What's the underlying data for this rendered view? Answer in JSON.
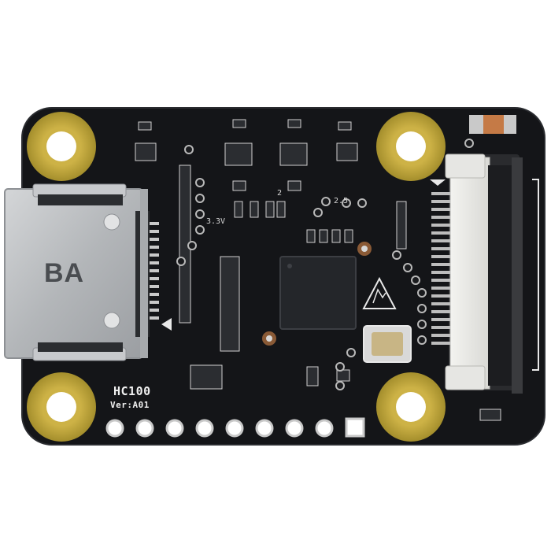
{
  "board": {
    "model_label": "HC100",
    "version_label": "Ver:A01",
    "connector_marking": "BA",
    "silk_3v3": "3.3V",
    "silk_2v5": "2.5",
    "silk_2": "2"
  },
  "colors": {
    "pcb": "#141518",
    "mount_pad": "#c2a83a",
    "connector_metal": "#b9bcbf",
    "silkscreen": "#e8e8e8",
    "fpc_connector": "#e9e9e6"
  }
}
